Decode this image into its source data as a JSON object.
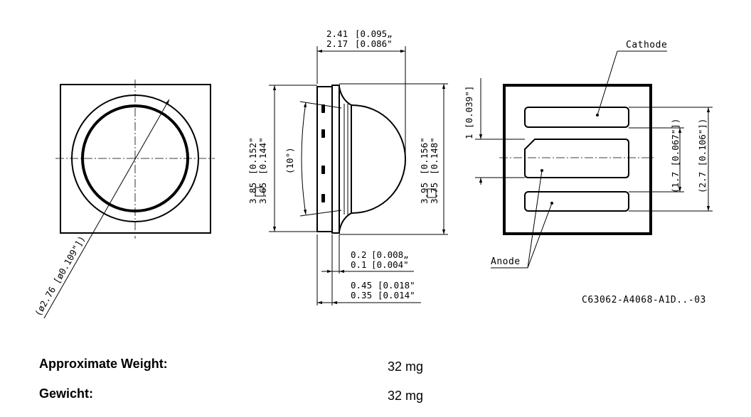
{
  "drawing": {
    "dims": {
      "width_max": "2.41",
      "width_max_in": "[0.095„",
      "width_min": "2.17",
      "width_min_in": "[0.086\"",
      "dia": "(ø2.76 [ø0.109\"])",
      "height_left_max": "3.85",
      "height_left_max_in": "[0.152\"",
      "height_left_min": "3.65",
      "height_left_min_in": "[0.144\"",
      "angle": "(10°)",
      "height_right_max": "3.95",
      "height_right_max_in": "[0.156\"",
      "height_right_min": "3.75",
      "height_right_min_in": "[0.148\"",
      "t1_max": "0.2",
      "t1_max_in": "[0.008„",
      "t1_min": "0.1",
      "t1_min_in": "[0.004\"",
      "t2_max": "0.45",
      "t2_max_in": "[0.018\"",
      "t2_min": "0.35",
      "t2_min_in": "[0.014\"",
      "pad_gap": "1 [0.039\"]",
      "pad_h": "(1.7 [0.067\"])",
      "pad_total": "(2.7 [0.106\"])"
    },
    "labels": {
      "cathode": "Cathode",
      "anode": "Anode",
      "part_no": "C63062-A4068-A1D..-03"
    }
  },
  "specs": [
    {
      "label": "Approximate Weight:",
      "value": "32 mg"
    },
    {
      "label": "Gewicht:",
      "value": "32 mg"
    }
  ]
}
